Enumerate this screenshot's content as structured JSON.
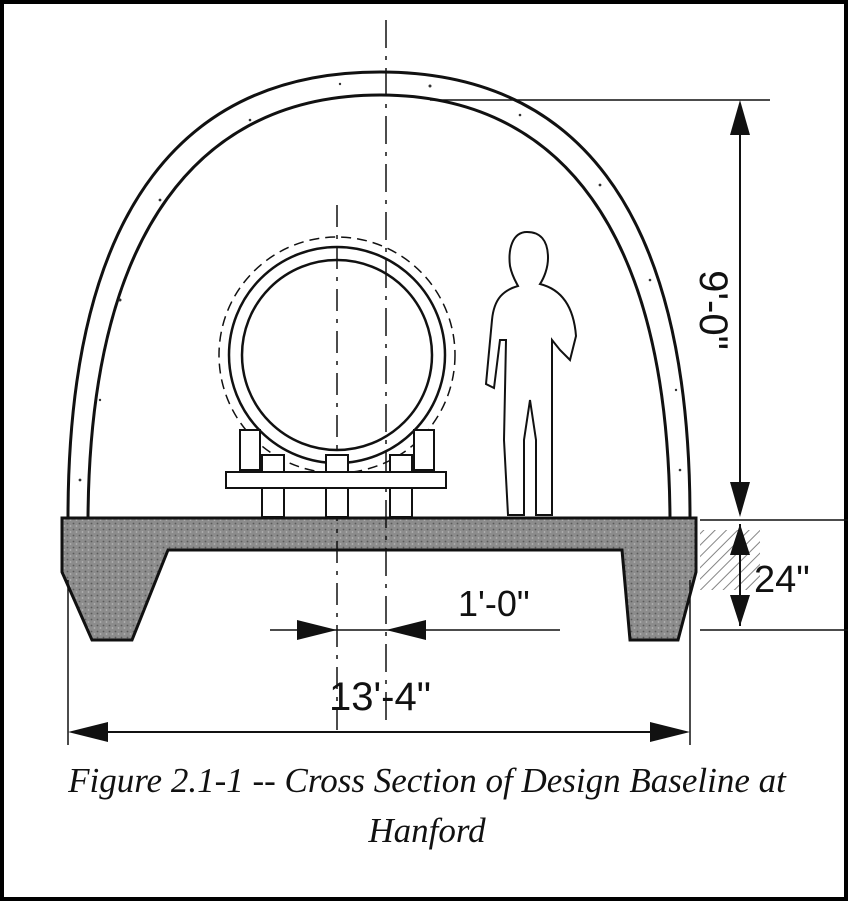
{
  "dimensions": {
    "height": "9'-0\"",
    "slab_thickness": "24\"",
    "pipe_spacing": "1'-0\"",
    "overall_width": "13'-4\""
  },
  "caption": {
    "line1": "Figure 2.1-1 -- Cross Section of Design Baseline at",
    "line2": "Hanford"
  }
}
